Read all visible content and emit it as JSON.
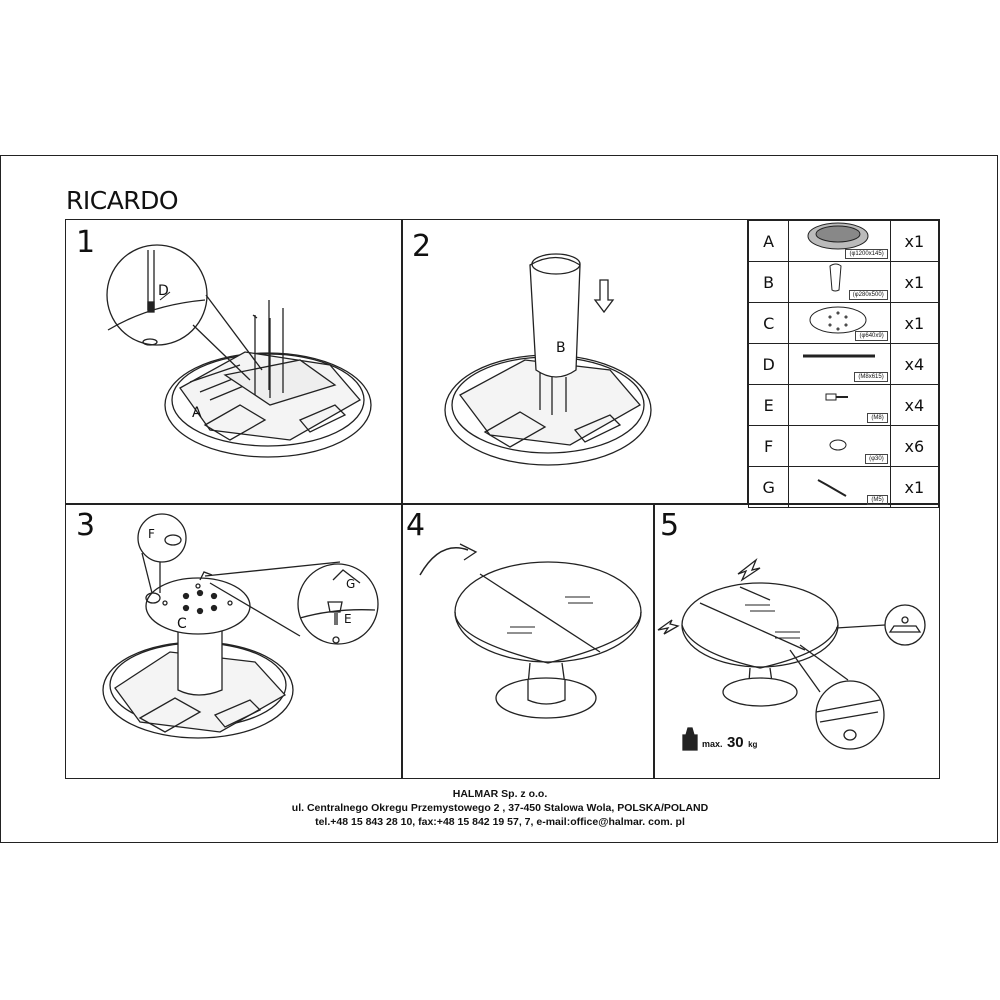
{
  "title": "RICARDO",
  "steps": [
    "1",
    "2",
    "3",
    "4",
    "5"
  ],
  "callouts": {
    "step1_part": "D",
    "step1_table": "A",
    "step2_base": "B",
    "step3_cap": "F",
    "step3_plate": "C",
    "step3_key": "G",
    "step3_bolt": "E"
  },
  "parts": [
    {
      "letter": "A",
      "dim": "(φ1200x145)",
      "qty": "x1"
    },
    {
      "letter": "B",
      "dim": "(φ280x500)",
      "qty": "x1"
    },
    {
      "letter": "C",
      "dim": "(φ640x9)",
      "qty": "x1"
    },
    {
      "letter": "D",
      "dim": "(M8x615)",
      "qty": "x4"
    },
    {
      "letter": "E",
      "dim": "(M8)",
      "qty": "x4"
    },
    {
      "letter": "F",
      "dim": "(φ30)",
      "qty": "x6"
    },
    {
      "letter": "G",
      "dim": "(M5)",
      "qty": "x1"
    }
  ],
  "weight": {
    "prefix": "max.",
    "value": "30",
    "unit": "kg"
  },
  "footer": {
    "company": "HALMAR Sp. z o.o.",
    "address": "ul. Centralnego Okregu Przemystowego 2 , 37-450 Stalowa Wola, POLSKA/POLAND",
    "contact": "tel.+48 15 843 28 10, fax:+48 15 842 19 57, 7, e-mail:office@halmar. com. pl"
  }
}
